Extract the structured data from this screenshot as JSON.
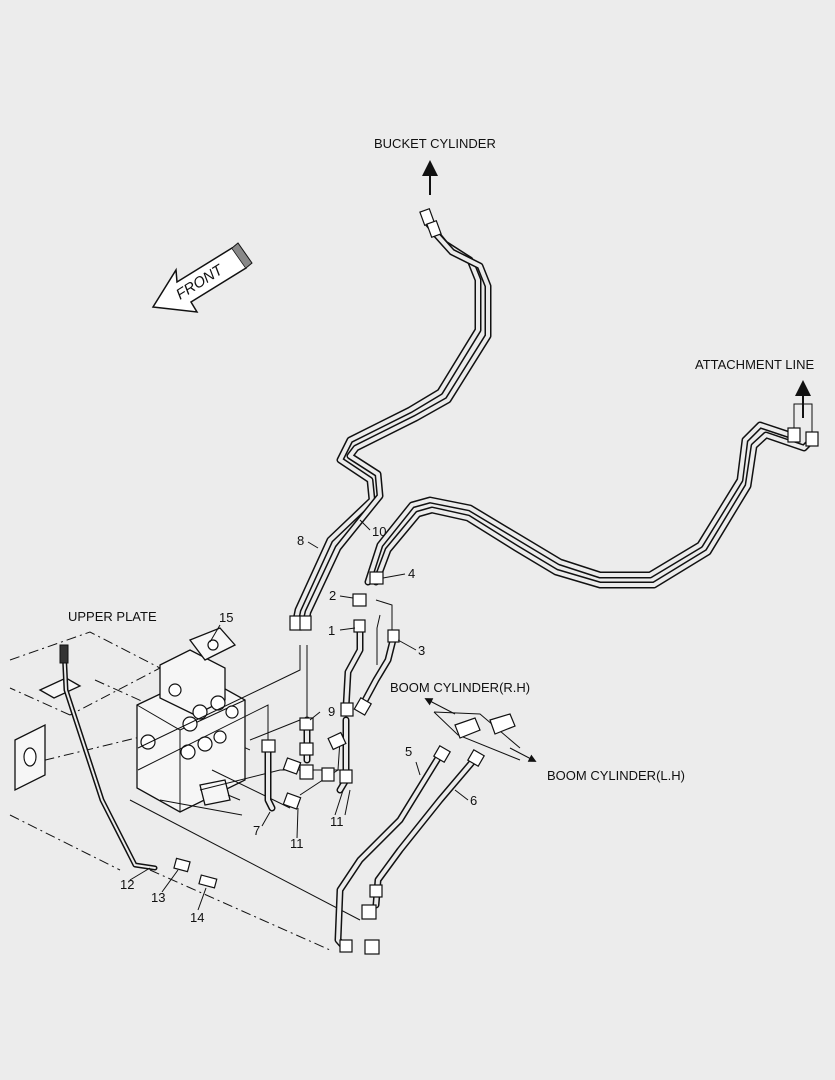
{
  "labels": {
    "bucket_cylinder": "BUCKET CYLINDER",
    "attachment_line": "ATTACHMENT LINE",
    "upper_plate": "UPPER PLATE",
    "boom_cylinder_rh": "BOOM CYLINDER(R.H)",
    "boom_cylinder_lh": "BOOM CYLINDER(L.H)",
    "front": "FRONT"
  },
  "part_numbers": {
    "p1": "1",
    "p2": "2",
    "p3": "3",
    "p4": "4",
    "p5": "5",
    "p6": "6",
    "p7": "7",
    "p8": "8",
    "p9": "9",
    "p10": "10",
    "p11a": "11",
    "p11b": "11",
    "p12": "12",
    "p13": "13",
    "p14": "14",
    "p15": "15"
  }
}
